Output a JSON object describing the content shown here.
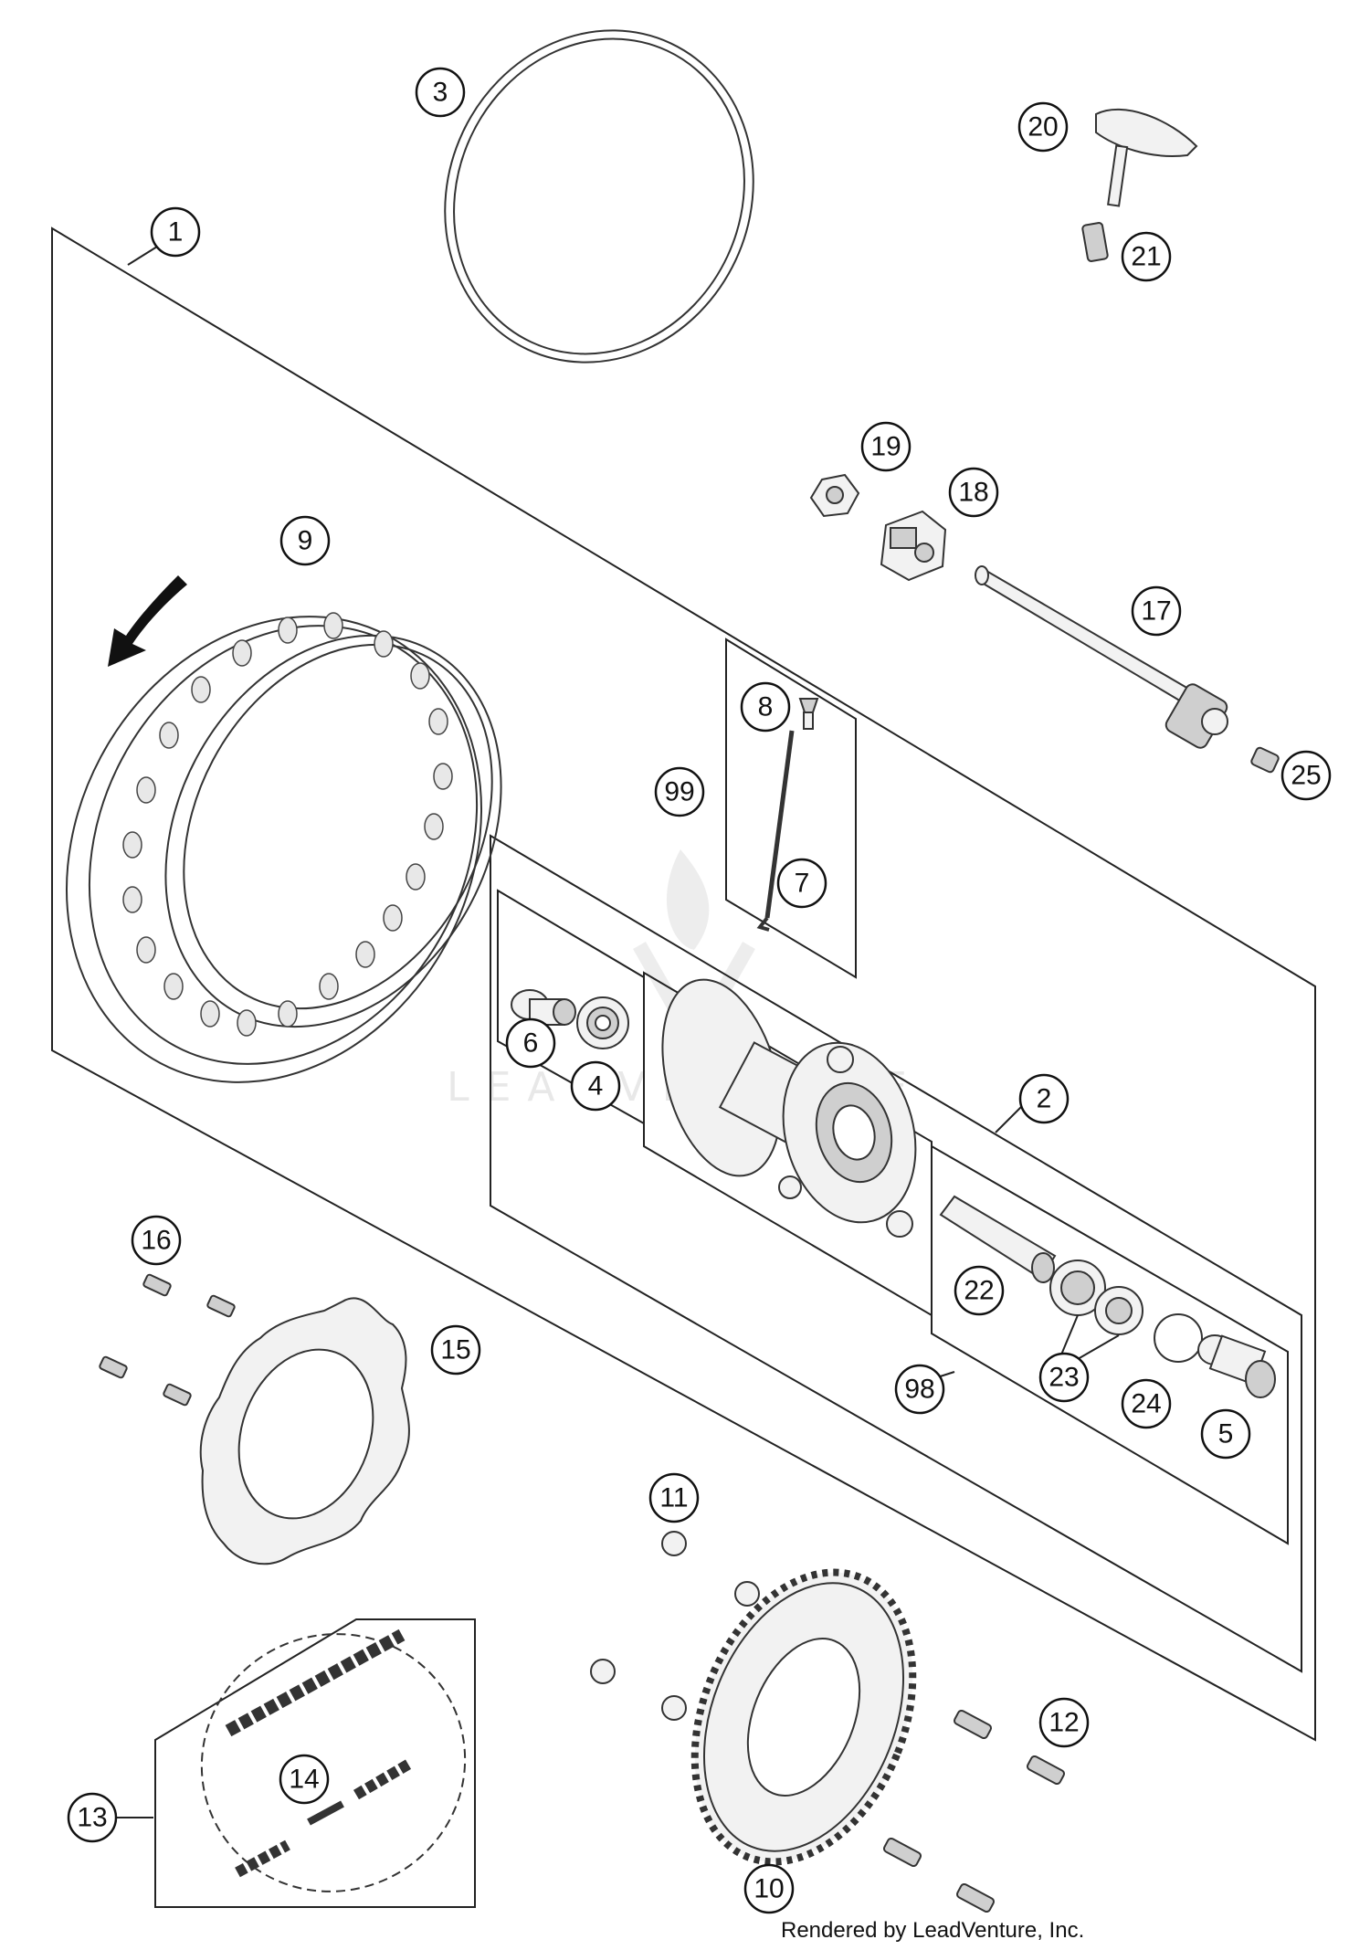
{
  "diagram": {
    "callouts": [
      {
        "id": "c1",
        "label": "1"
      },
      {
        "id": "c2",
        "label": "2"
      },
      {
        "id": "c3",
        "label": "3"
      },
      {
        "id": "c4",
        "label": "4"
      },
      {
        "id": "c5",
        "label": "5"
      },
      {
        "id": "c6",
        "label": "6"
      },
      {
        "id": "c7",
        "label": "7"
      },
      {
        "id": "c8",
        "label": "8"
      },
      {
        "id": "c9",
        "label": "9"
      },
      {
        "id": "c10",
        "label": "10"
      },
      {
        "id": "c11",
        "label": "11"
      },
      {
        "id": "c12",
        "label": "12"
      },
      {
        "id": "c13",
        "label": "13"
      },
      {
        "id": "c14",
        "label": "14"
      },
      {
        "id": "c15",
        "label": "15"
      },
      {
        "id": "c16",
        "label": "16"
      },
      {
        "id": "c17",
        "label": "17"
      },
      {
        "id": "c18",
        "label": "18"
      },
      {
        "id": "c19",
        "label": "19"
      },
      {
        "id": "c20",
        "label": "20"
      },
      {
        "id": "c21",
        "label": "21"
      },
      {
        "id": "c22",
        "label": "22"
      },
      {
        "id": "c23",
        "label": "23"
      },
      {
        "id": "c24",
        "label": "24"
      },
      {
        "id": "c25",
        "label": "25"
      },
      {
        "id": "c98",
        "label": "98"
      },
      {
        "id": "c99",
        "label": "99"
      }
    ],
    "watermark": "LEADVENTURE"
  },
  "footer": {
    "credit": "Rendered by LeadVenture, Inc."
  }
}
